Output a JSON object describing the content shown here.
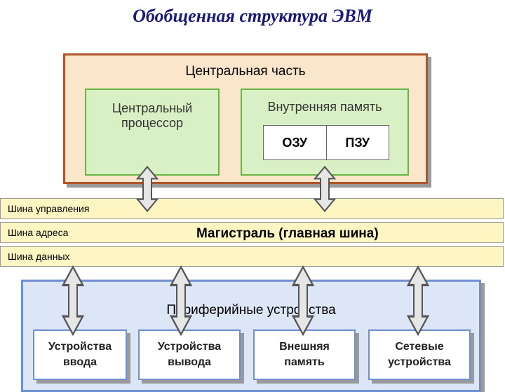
{
  "title": "Обобщенная структура ЭВМ",
  "central": {
    "label": "Центральная часть",
    "cpu": {
      "line1": "Центральный",
      "line2": "процессор"
    },
    "memory": {
      "label": "Внутренняя память",
      "cells": [
        "ОЗУ",
        "ПЗУ"
      ]
    }
  },
  "buses": {
    "control": "Шина управления",
    "address": "Шина адреса",
    "data": "Шина данных",
    "main": "Магистраль (главная шина)"
  },
  "peripheral": {
    "label": "Периферийные устройства",
    "devices": [
      {
        "line1": "Устройства",
        "line2": "ввода"
      },
      {
        "line1": "Устройства",
        "line2": "вывода"
      },
      {
        "line1": "Внешняя",
        "line2": "память"
      },
      {
        "line1": "Сетевые",
        "line2": "устройства"
      }
    ]
  },
  "colors": {
    "central_fill": "#fbe6cc",
    "central_border": "#b0552a",
    "green_fill": "#d9f0c4",
    "bus_fill": "#fdf6c3",
    "periph_fill": "#dde6f6",
    "periph_border": "#6f8fcf"
  }
}
